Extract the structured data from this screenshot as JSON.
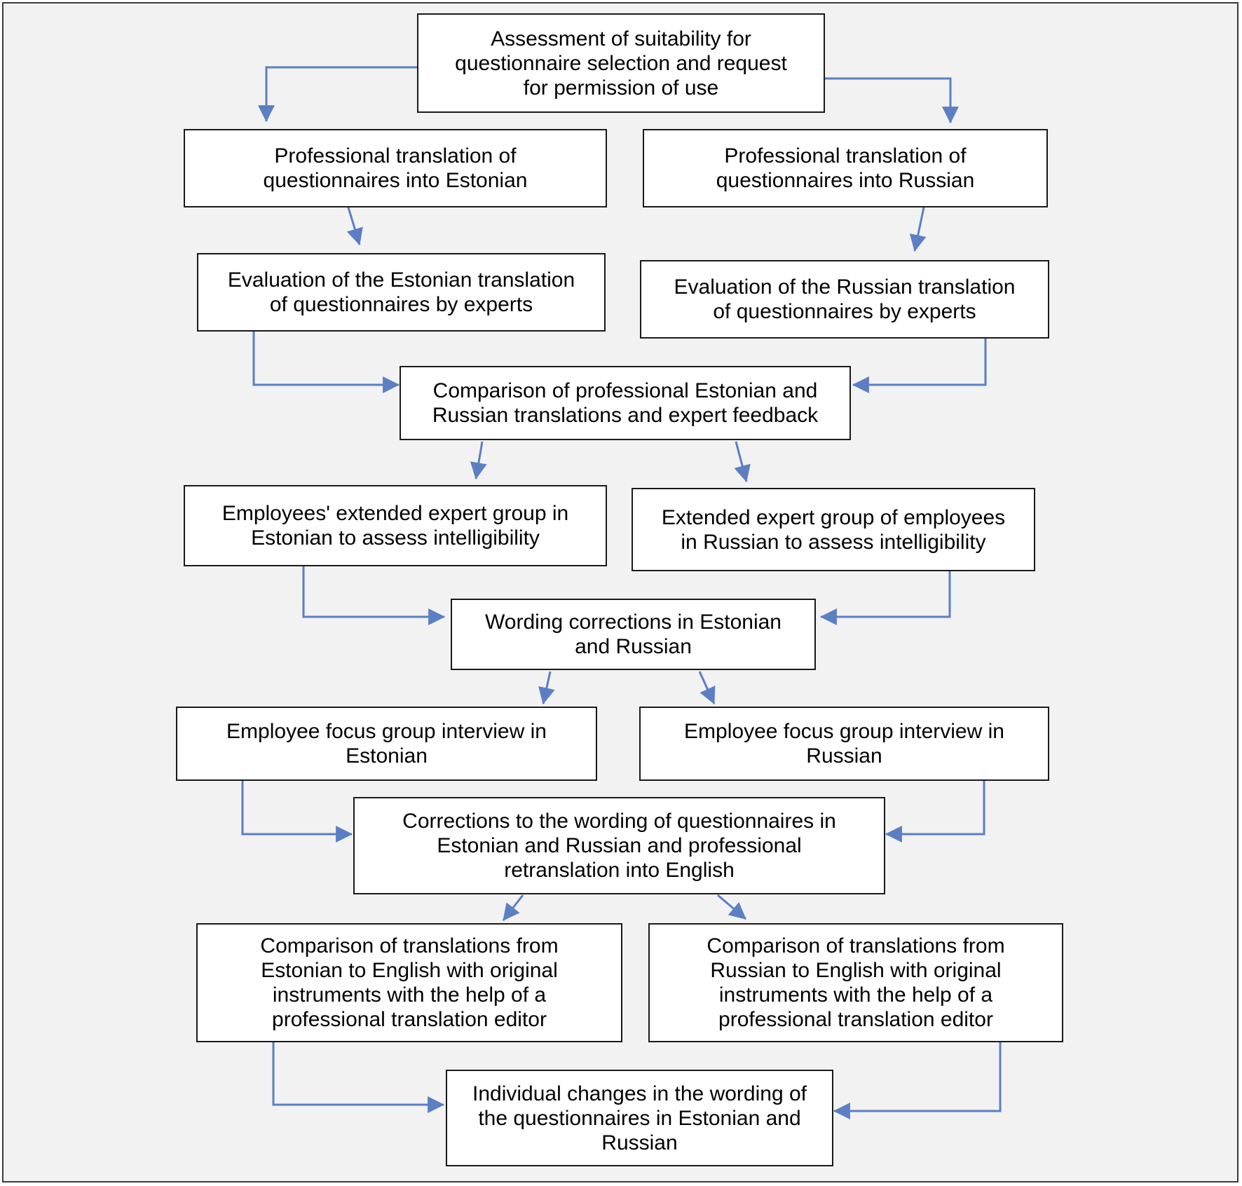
{
  "colors": {
    "arrow": "#5b7fc2",
    "box_border": "#1a1a1a",
    "box_fill": "#ffffff",
    "background": "#f2f2f2"
  },
  "steps": {
    "assessment": "Assessment of suitability for\nquestionnaire selection and request\nfor permission of use",
    "translation_estonian": "Professional translation of\nquestionnaires into Estonian",
    "translation_russian": "Professional translation of\nquestionnaires into Russian",
    "evaluation_estonian": "Evaluation of the Estonian translation\nof questionnaires by experts",
    "evaluation_russian": "Evaluation of the Russian translation\nof questionnaires by experts",
    "comparison_feedback": "Comparison of professional Estonian and\nRussian translations and expert feedback",
    "expert_group_estonian": "Employees' extended expert group in\nEstonian to assess intelligibility",
    "expert_group_russian": "Extended expert group of employees\nin Russian to assess intelligibility",
    "wording_corrections": "Wording corrections in Estonian\nand Russian",
    "focus_group_estonian": "Employee focus group interview in\nEstonian",
    "focus_group_russian": "Employee focus group interview in\nRussian",
    "corrections_retranslation": "Corrections to the wording of questionnaires in\nEstonian and Russian and professional\nretranslation into English",
    "comparison_estonian_english": "Comparison of translations from\nEstonian to English with original\ninstruments with the help of a\nprofessional translation editor",
    "comparison_russian_english": "Comparison of translations from\nRussian to English with original\ninstruments with the help of a\nprofessional translation editor",
    "individual_changes": "Individual changes in the wording of\nthe questionnaires in Estonian and\nRussian"
  }
}
